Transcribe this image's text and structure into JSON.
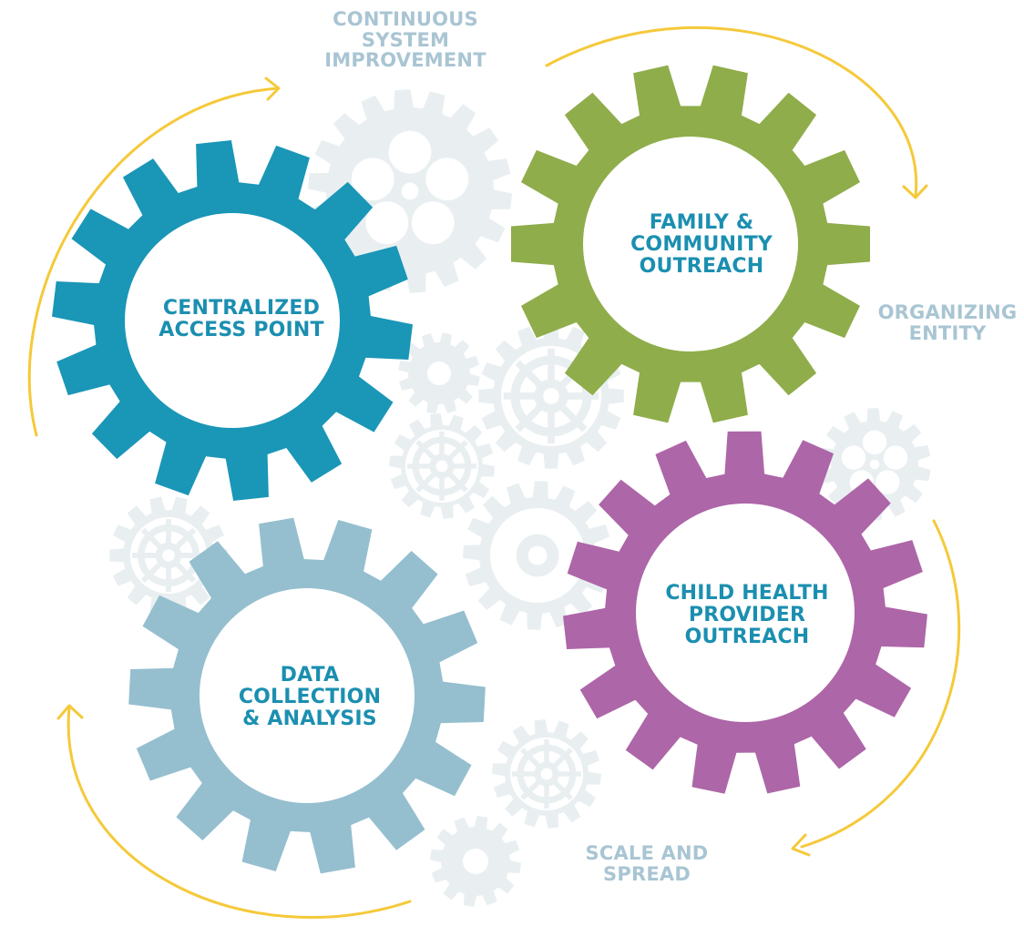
{
  "colors": {
    "background": "#ffffff",
    "blue_gear": "#1a96b7",
    "green_gear": "#8fad4b",
    "purple_gear": "#ad66a8",
    "lightblue_gear": "#95bfcf",
    "background_gears": "#e9eff1",
    "arrows": "#f5c93a",
    "gear_text": "#1b8fb0",
    "outer_text": "#a9c5d3"
  },
  "outer_labels": {
    "continuous": [
      "CONTINUOUS",
      "SYSTEM",
      "IMPROVEMENT"
    ],
    "organizing": [
      "ORGANIZING",
      "ENTITY"
    ],
    "scale": [
      "SCALE AND",
      "SPREAD"
    ]
  },
  "gears": {
    "centralized": {
      "label": [
        "CENTRALIZED",
        "ACCESS POINT"
      ],
      "teeth": 14
    },
    "family": {
      "label": [
        "FAMILY &",
        "COMMUNITY",
        "OUTREACH"
      ],
      "teeth": 14
    },
    "child": {
      "label": [
        "CHILD HEALTH",
        "PROVIDER",
        "OUTREACH"
      ],
      "teeth": 15
    },
    "data": {
      "label": [
        "DATA",
        "COLLECTION",
        "& ANALYSIS"
      ],
      "teeth": 14
    }
  },
  "icons": {
    "arrows": "curved-arrow-icon",
    "background_gears": "gear-icon"
  }
}
